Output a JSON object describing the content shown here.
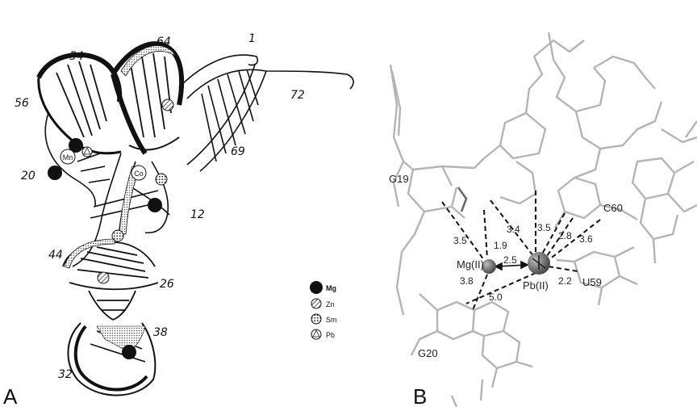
{
  "panel_a": {
    "letter": "A",
    "residues": [
      "1",
      "54",
      "64",
      "56",
      "72",
      "69",
      "20",
      "12",
      "44",
      "26",
      "38",
      "32"
    ],
    "site_labels": {
      "mn": "Mn",
      "co": "Co"
    },
    "legend": [
      {
        "symbol": "solid",
        "label": "Mg"
      },
      {
        "symbol": "hatched",
        "label": "Zn"
      },
      {
        "symbol": "dotted",
        "label": "Sm"
      },
      {
        "symbol": "triangle",
        "label": "Pb"
      }
    ]
  },
  "panel_b": {
    "letter": "B",
    "residues": [
      "G19",
      "C60",
      "U59",
      "G20"
    ],
    "ions": [
      "Mg(II)",
      "Pb(II)"
    ],
    "distances": [
      "3.4",
      "3.5",
      "3.5",
      "1.9",
      "2.5",
      "2.8",
      "3.6",
      "3.8",
      "2.2",
      "5.0"
    ]
  },
  "colors": {
    "ink": "#111111",
    "stick": "#b4b4b4",
    "ion": "#6e6e6e",
    "ribbon_fill": "#cfcfcf"
  }
}
